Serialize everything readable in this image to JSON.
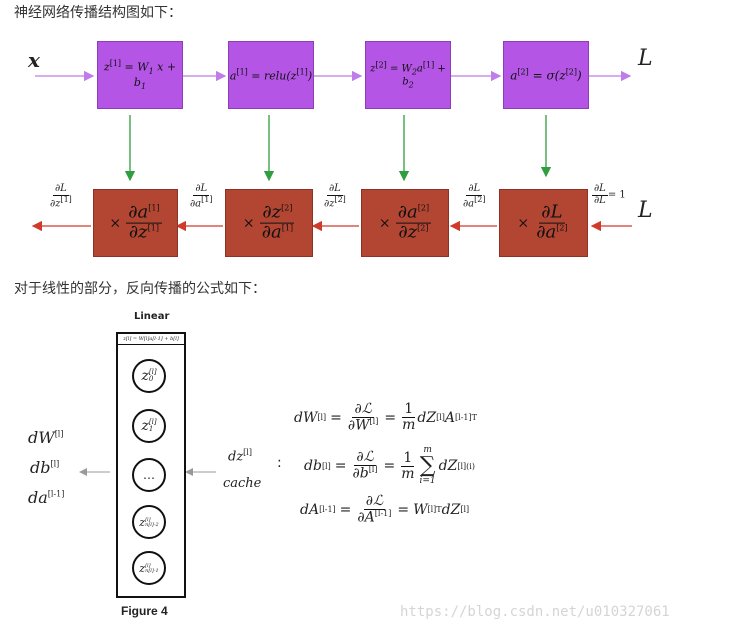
{
  "heading1": "神经网络传播结构图如下：",
  "heading2": "对于线性的部分，反向传播的公式如下：",
  "forward": {
    "input_label": "x",
    "output_label": "L",
    "boxes": [
      {
        "lhs": "z",
        "lhs_sup": "[1]",
        "rhs": "= W",
        "rhs_sub": "1",
        "rhs2": "x + b",
        "rhs2_sub": "1"
      },
      {
        "lhs": "a",
        "lhs_sup": "[1]",
        "rhs": "= relu(z",
        "rhs_sup": "[1]",
        "rhs2": ")"
      },
      {
        "lhs": "z",
        "lhs_sup": "[2]",
        "rhs": "= W",
        "rhs_sub": "2",
        "mid": "a",
        "mid_sup": "[1]",
        "rhs2": "+ b",
        "rhs2_sub": "2"
      },
      {
        "lhs": "a",
        "lhs_sup": "[2]",
        "rhs": "= σ(z",
        "rhs_sup": "[2]",
        "rhs2": ")"
      }
    ]
  },
  "backward": {
    "output_label": "L",
    "times": "×",
    "boxes": [
      {
        "num": "∂a",
        "num_sup": "[1]",
        "den": "∂z",
        "den_sup": "[1]"
      },
      {
        "num": "∂z",
        "num_sup": "[2]",
        "den": "∂a",
        "den_sup": "[1]"
      },
      {
        "num": "∂a",
        "num_sup": "[2]",
        "den": "∂z",
        "den_sup": "[2]"
      },
      {
        "num": "∂L",
        "num_sup": "",
        "den": "∂a",
        "den_sup": "[2]"
      }
    ],
    "grad_labels": [
      {
        "num": "∂L",
        "den": "∂z",
        "den_sup": "[1]"
      },
      {
        "num": "∂L",
        "den": "∂a",
        "den_sup": "[1]"
      },
      {
        "num": "∂L",
        "den": "∂z",
        "den_sup": "[2]"
      },
      {
        "num": "∂L",
        "den": "∂a",
        "den_sup": "[2]"
      },
      {
        "num": "∂L",
        "den": "∂L",
        "den_sup": "",
        "suffix": "= 1"
      }
    ]
  },
  "figure": {
    "title": "Linear",
    "subtitle": "z[l] = W[l]a[l-1] + b[l]",
    "caption": "Figure 4",
    "nodes": [
      {
        "base": "z",
        "sup": "[l]",
        "sub": "0"
      },
      {
        "base": "z",
        "sup": "[l]",
        "sub": "1"
      },
      {
        "base": "…",
        "sup": "",
        "sub": ""
      },
      {
        "base": "z",
        "sup": "[l]",
        "sub": "n[l]-2"
      },
      {
        "base": "z",
        "sup": "[l]",
        "sub": "n[l]-1"
      }
    ],
    "left_labels": [
      {
        "base": "dW",
        "sup": "[l]"
      },
      {
        "base": "db",
        "sup": "[l]"
      },
      {
        "base": "da",
        "sup": "[l-1]"
      }
    ],
    "right_labels": {
      "dz": "dz",
      "dz_sup": "[l]",
      "cache": "cache"
    },
    "colon": ":"
  },
  "equations": [
    {
      "lhs": "dW",
      "lhs_sup": "[l]",
      "dnum": "∂ℒ",
      "dden": "∂W",
      "dden_sup": "[l]",
      "cnum": "1",
      "cden": "m",
      "rest": "dZ",
      "rest_sup": "[l]",
      "rest2": "A",
      "rest2_sup": "[l-1]T"
    },
    {
      "lhs": "db",
      "lhs_sup": "[l]",
      "dnum": "∂ℒ",
      "dden": "∂b",
      "dden_sup": "[l]",
      "cnum": "1",
      "cden": "m",
      "sum_top": "m",
      "sum_bot": "i=1",
      "sum": "∑",
      "rest": "dZ",
      "rest_sup": "[l](i)"
    },
    {
      "lhs": "dA",
      "lhs_sup": "[l-1]",
      "dnum": "∂ℒ",
      "dden": "∂A",
      "dden_sup": "[l-1]",
      "rest": "W",
      "rest_sup": "[l]T",
      "rest2": "dZ",
      "rest2_sup": "[l]"
    }
  ],
  "watermark": "https://blog.csdn.net/u010327061",
  "colors": {
    "forward": "#b455e6",
    "backward": "#b34633",
    "fwd_arrow": "#c07ce8",
    "down_arrow": "#2f9e3f",
    "back_arrow": "#d03a2a"
  }
}
